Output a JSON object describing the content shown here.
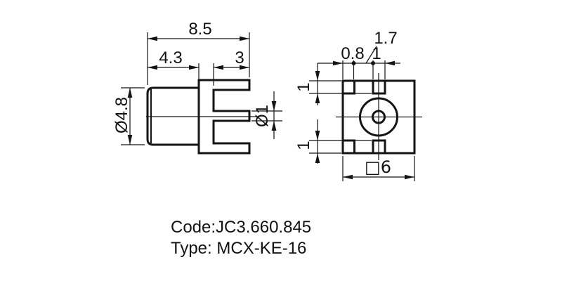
{
  "colors": {
    "ink": "#141414",
    "background": "#ffffff"
  },
  "side_view": {
    "dim_total_length": "8.5",
    "dim_body_length": "4.3",
    "dim_leg_length": "3",
    "dim_body_diameter": "Ø4.8",
    "dim_pin_diameter": "Ø1"
  },
  "top_view": {
    "dim_corner_notch_width": "0.8",
    "dim_notch_to_slot": "1.7",
    "dim_slot_width": "1",
    "dim_top_notch_height": "1",
    "dim_bottom_notch_height": "1",
    "dim_body_square": "□6"
  },
  "footer": {
    "code_line": "Code:JC3.660.845",
    "type_line": "Type: MCX-KE-16"
  }
}
